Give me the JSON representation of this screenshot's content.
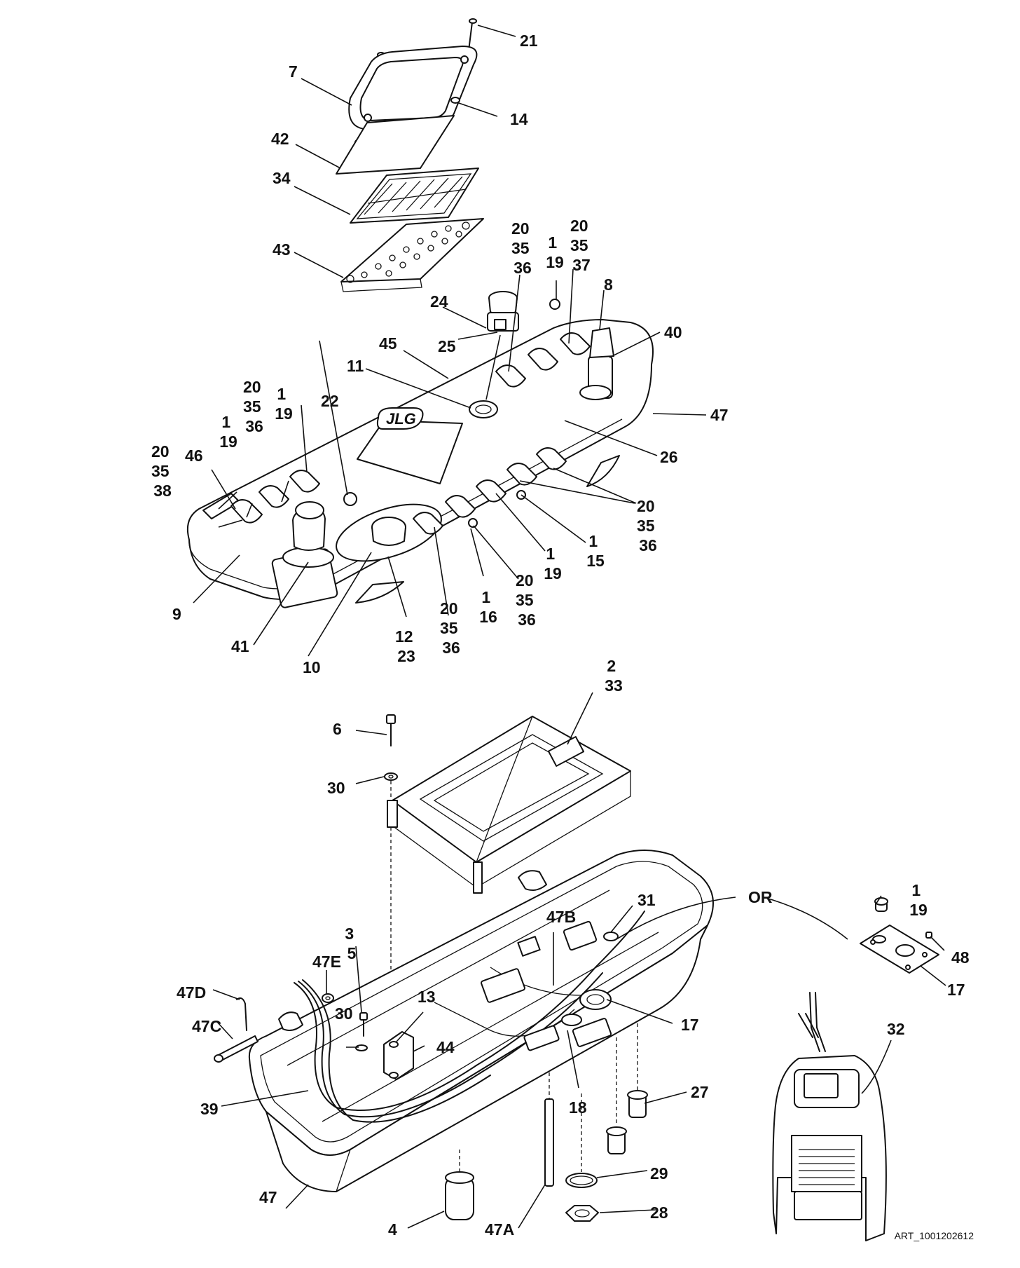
{
  "figure_id": "ART_1001202612",
  "logo_text": "JLG",
  "callouts": [
    {
      "id": "c21",
      "lines": [
        "21"
      ]
    },
    {
      "id": "c7",
      "lines": [
        "7"
      ]
    },
    {
      "id": "c14",
      "lines": [
        "14"
      ]
    },
    {
      "id": "c42",
      "lines": [
        "42"
      ]
    },
    {
      "id": "c34",
      "lines": [
        "34"
      ]
    },
    {
      "id": "c43",
      "lines": [
        "43"
      ]
    },
    {
      "id": "c20-35-36-top",
      "lines": [
        "20",
        "35",
        "36"
      ]
    },
    {
      "id": "c1-19-top",
      "lines": [
        "1",
        "19"
      ]
    },
    {
      "id": "c20-35-37",
      "lines": [
        "20",
        "35",
        "37"
      ]
    },
    {
      "id": "c8",
      "lines": [
        "8"
      ]
    },
    {
      "id": "c24",
      "lines": [
        "24"
      ]
    },
    {
      "id": "c25",
      "lines": [
        "25"
      ]
    },
    {
      "id": "c40",
      "lines": [
        "40"
      ]
    },
    {
      "id": "c45",
      "lines": [
        "45"
      ]
    },
    {
      "id": "c11",
      "lines": [
        "11"
      ]
    },
    {
      "id": "c47-top",
      "lines": [
        "47"
      ]
    },
    {
      "id": "c20-35-36-left",
      "lines": [
        "20",
        "35",
        "36"
      ]
    },
    {
      "id": "c1-19-left2",
      "lines": [
        "1",
        "19"
      ]
    },
    {
      "id": "c22",
      "lines": [
        "22"
      ]
    },
    {
      "id": "c1-19-left",
      "lines": [
        "1",
        "19"
      ]
    },
    {
      "id": "c26",
      "lines": [
        "26"
      ]
    },
    {
      "id": "c20-35-38",
      "lines": [
        "20",
        "35",
        "38"
      ]
    },
    {
      "id": "c46",
      "lines": [
        "46"
      ]
    },
    {
      "id": "c20-35-36-right",
      "lines": [
        "20",
        "35",
        "36"
      ]
    },
    {
      "id": "c1-15",
      "lines": [
        "1",
        "15"
      ]
    },
    {
      "id": "c1-19-mid",
      "lines": [
        "1",
        "19"
      ]
    },
    {
      "id": "c9",
      "lines": [
        "9"
      ]
    },
    {
      "id": "c20-35-36-mid",
      "lines": [
        "20",
        "35",
        "36"
      ]
    },
    {
      "id": "c1-16",
      "lines": [
        "1",
        "16"
      ]
    },
    {
      "id": "c41",
      "lines": [
        "41"
      ]
    },
    {
      "id": "c12-23",
      "lines": [
        "12",
        "23"
      ]
    },
    {
      "id": "c20-35-36-low",
      "lines": [
        "20",
        "35",
        "36"
      ]
    },
    {
      "id": "c10",
      "lines": [
        "10"
      ]
    },
    {
      "id": "c2-33",
      "lines": [
        "2",
        "33"
      ]
    },
    {
      "id": "c6",
      "lines": [
        "6"
      ]
    },
    {
      "id": "c30-top",
      "lines": [
        "30"
      ]
    },
    {
      "id": "cOR",
      "lines": [
        "OR"
      ]
    },
    {
      "id": "c1-19-plate",
      "lines": [
        "1",
        "19"
      ]
    },
    {
      "id": "c31",
      "lines": [
        "31"
      ]
    },
    {
      "id": "c47B",
      "lines": [
        "47B"
      ]
    },
    {
      "id": "c3-5",
      "lines": [
        "3",
        "5"
      ]
    },
    {
      "id": "c48",
      "lines": [
        "48"
      ]
    },
    {
      "id": "c47E",
      "lines": [
        "47E"
      ]
    },
    {
      "id": "c17-plate",
      "lines": [
        "17"
      ]
    },
    {
      "id": "c47D",
      "lines": [
        "47D"
      ]
    },
    {
      "id": "c13",
      "lines": [
        "13"
      ]
    },
    {
      "id": "c30-low",
      "lines": [
        "30"
      ]
    },
    {
      "id": "c17-box",
      "lines": [
        "17"
      ]
    },
    {
      "id": "c47C",
      "lines": [
        "47C"
      ]
    },
    {
      "id": "c44",
      "lines": [
        "44"
      ]
    },
    {
      "id": "c32",
      "lines": [
        "32"
      ]
    },
    {
      "id": "c27",
      "lines": [
        "27"
      ]
    },
    {
      "id": "c39",
      "lines": [
        "39"
      ]
    },
    {
      "id": "c18",
      "lines": [
        "18"
      ]
    },
    {
      "id": "c29",
      "lines": [
        "29"
      ]
    },
    {
      "id": "c47-low",
      "lines": [
        "47"
      ]
    },
    {
      "id": "c28",
      "lines": [
        "28"
      ]
    },
    {
      "id": "c4",
      "lines": [
        "4"
      ]
    },
    {
      "id": "c47A",
      "lines": [
        "47A"
      ]
    }
  ]
}
